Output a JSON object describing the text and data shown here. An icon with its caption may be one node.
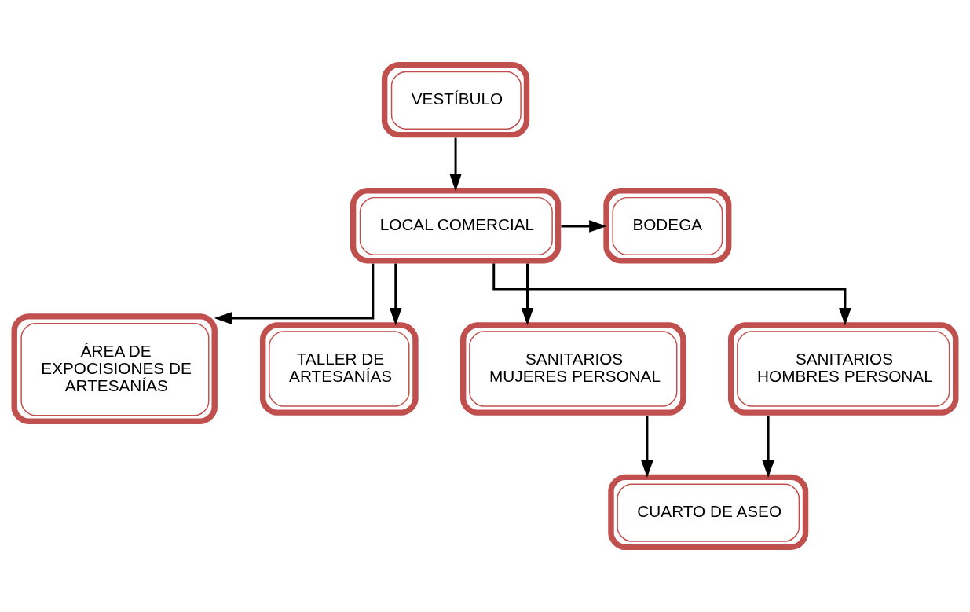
{
  "diagram": {
    "nodes": [
      {
        "text": [
          "VESTÍBULO"
        ]
      },
      {
        "text": [
          "LOCAL COMERCIAL"
        ]
      },
      {
        "text": [
          "BODEGA"
        ]
      },
      {
        "text": [
          "ÁREA DE EXPOCISIONES DE ARTESANÍAS"
        ]
      },
      {
        "text": [
          "TALLER DE ARTESANÍAS"
        ]
      },
      {
        "text": [
          "SANITARIOS MUJERES PERSONAL"
        ]
      },
      {
        "text": [
          "SANITARIOS HOMBRES PERSONAL"
        ]
      },
      {
        "text": [
          "CUARTO DE ASEO"
        ]
      }
    ],
    "edges": [
      {
        "from": 0,
        "to": 1,
        "arrow": "to"
      },
      {
        "from": 1,
        "to": 2,
        "arrow": "to"
      },
      {
        "from": 1,
        "to": 3,
        "arrow": "to"
      },
      {
        "from": 1,
        "to": 4,
        "arrow": "to"
      },
      {
        "from": 1,
        "to": 5,
        "arrow": "to"
      },
      {
        "from": 1,
        "to": 6,
        "arrow": "to"
      },
      {
        "from": 5,
        "to": 7,
        "arrow": "to"
      },
      {
        "from": 6,
        "to": 7,
        "arrow": "to"
      }
    ]
  }
}
